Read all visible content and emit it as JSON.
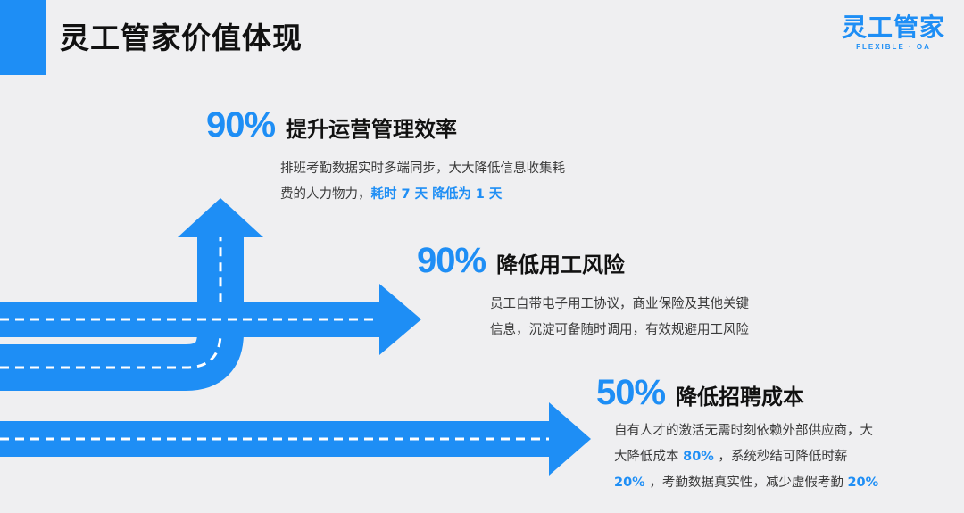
{
  "header": {
    "title": "灵工管家价值体现",
    "logo": "灵工管家",
    "logo_sub": "FLEXIBLE · OA"
  },
  "colors": {
    "accent": "#1e8ef5",
    "background": "#efeff1",
    "text": "#111111"
  },
  "values": [
    {
      "percent": "90%",
      "title": "提升运营管理效率",
      "lines": [
        [
          {
            "text": "排班考勤数据实时多端同步，大大降低信息收集耗"
          }
        ],
        [
          {
            "text": "费的人力物力，"
          },
          {
            "text": "耗时 7 天 降低为 1 天",
            "hl": true
          }
        ]
      ]
    },
    {
      "percent": "90%",
      "title": "降低用工风险",
      "lines": [
        [
          {
            "text": "员工自带电子用工协议，商业保险及其他关键"
          }
        ],
        [
          {
            "text": "信息，沉淀可备随时调用，有效规避用工风险"
          }
        ]
      ]
    },
    {
      "percent": "50%",
      "title": "降低招聘成本",
      "lines": [
        [
          {
            "text": "自有人才的激活无需时刻依赖外部供应商，大"
          }
        ],
        [
          {
            "text": "大降低成本 "
          },
          {
            "text": "80%",
            "hl": true
          },
          {
            "text": " ，系统秒结可降低时薪"
          }
        ],
        [
          {
            "text": "20%",
            "hl": true
          },
          {
            "text": " ，考勤数据真实性，减少虚假考勤 "
          },
          {
            "text": "20%",
            "hl": true
          }
        ]
      ]
    }
  ]
}
